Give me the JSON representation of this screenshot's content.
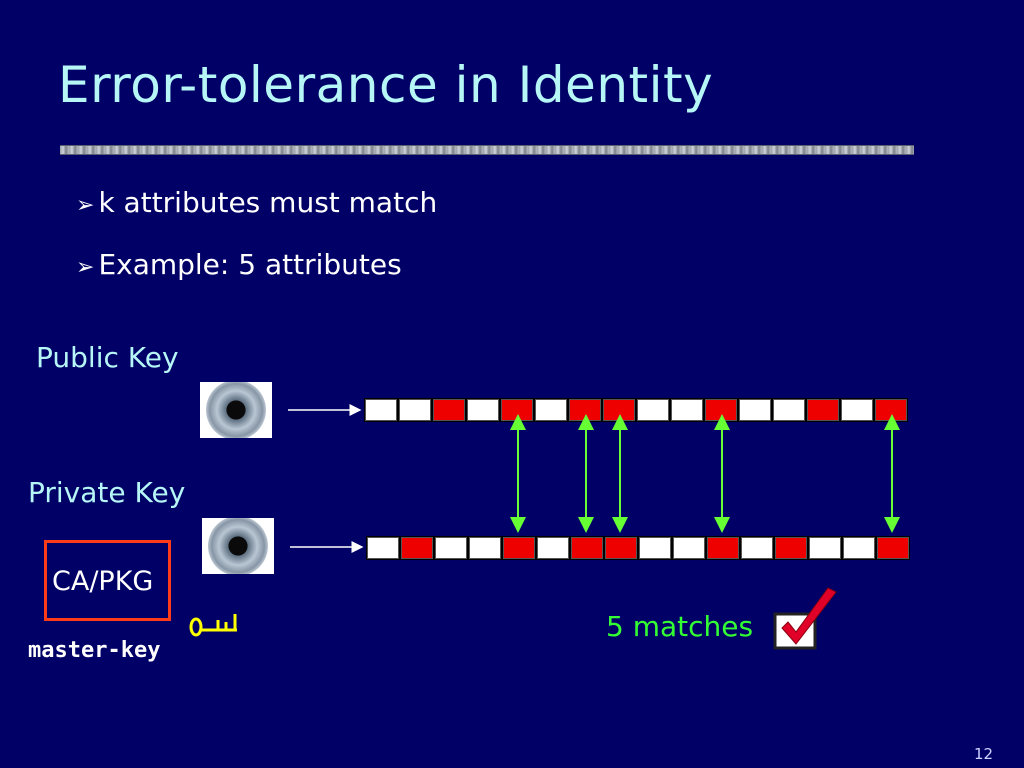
{
  "slide": {
    "title": "Error-tolerance in Identity",
    "bullets": [
      {
        "arrow": "➢",
        "text": "k  attributes must match"
      },
      {
        "arrow": "➢",
        "text": "Example: 5 attributes"
      }
    ],
    "public_key_label": "Public Key",
    "private_key_label": "Private Key",
    "ca_label": "CA/PKG",
    "master_key_label": "master-key",
    "matches_label": "5 matches",
    "page_number": "12"
  },
  "public_row": [
    "w",
    "w",
    "r",
    "w",
    "r",
    "w",
    "r",
    "r",
    "w",
    "w",
    "r",
    "w",
    "w",
    "r",
    "w",
    "r"
  ],
  "private_row": [
    "w",
    "r",
    "w",
    "w",
    "r",
    "w",
    "r",
    "r",
    "w",
    "w",
    "r",
    "w",
    "r",
    "w",
    "w",
    "r"
  ],
  "matched_indices": [
    4,
    6,
    7,
    10,
    15
  ],
  "colors": {
    "background": "#000066",
    "title": "#b6f6f6",
    "cell_red": "#ee0000",
    "match_arrow": "#66ff33",
    "ca_border": "#ff3b1a",
    "key_icon": "#ffff00",
    "matches_text": "#33ff33"
  },
  "icons": [
    "iris-image",
    "key-icon",
    "checkmark-icon"
  ]
}
